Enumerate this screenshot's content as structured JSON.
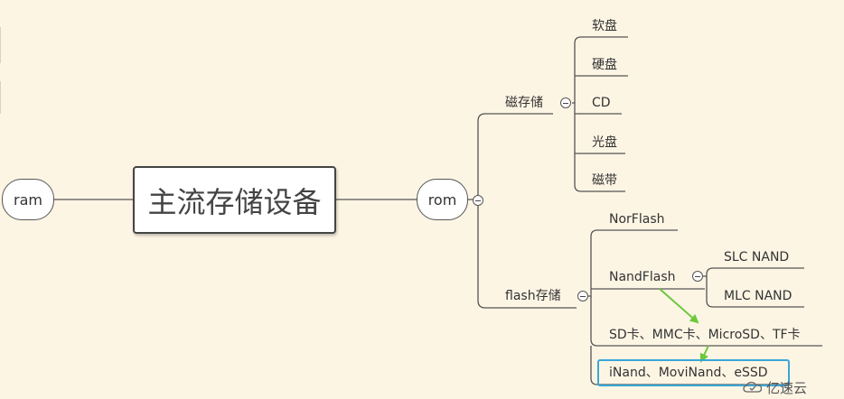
{
  "center": {
    "label": "主流存储设备"
  },
  "left_node": {
    "label": "ram"
  },
  "right_node": {
    "label": "rom"
  },
  "branches": {
    "magnetic": {
      "label": "磁存储",
      "children": [
        "软盘",
        "硬盘",
        "CD",
        "光盘",
        "磁带"
      ]
    },
    "flash": {
      "label": "flash存储",
      "children": {
        "nor": "NorFlash",
        "nand": "NandFlash",
        "nand_children": [
          "SLC NAND",
          "MLC NAND"
        ],
        "cards": "SD卡、MMC卡、MicroSD、TF卡",
        "embedded": "iNand、MoviNand、eSSD"
      }
    }
  },
  "colors": {
    "arrow": "#6cc83c",
    "highlight_border": "#3aa6d6",
    "line": "#555555"
  },
  "watermark": {
    "text": "亿速云"
  }
}
